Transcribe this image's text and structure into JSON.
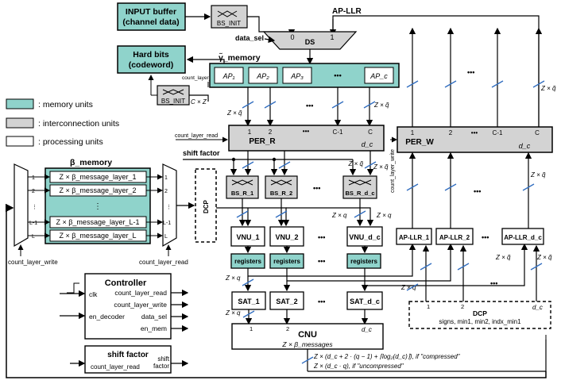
{
  "colors": {
    "memory": "#8fd3cb",
    "interconnect": "#d3d3d3",
    "processing": "#ffffff",
    "blue": "#2f6cbf"
  },
  "input_buffer": {
    "line1": "INPUT buffer",
    "line2": "(channel data)"
  },
  "bs_init_top": "BS_INIT",
  "bs_init_mid": "BS_INIT",
  "ap_llr": "AP-LLR",
  "data_sel": "data_sel",
  "ds": {
    "label": "DS",
    "in0": "0",
    "in1": "1"
  },
  "hard_bits": {
    "line1": "Hard bits",
    "line2": "(codeword)"
  },
  "gamma_memory": {
    "title": "γ̃_memory",
    "count": "count_layer_read",
    "cells": [
      "AP₁",
      "AP₂",
      "AP₃",
      "•••",
      "AP_c"
    ]
  },
  "czz": "C × Z",
  "legend": [
    {
      "label": ": memory units"
    },
    {
      "label": ": interconnection units"
    },
    {
      "label": ": processing units"
    }
  ],
  "zq": "Z × q̃",
  "zq2": "Z × q",
  "dots": "•••",
  "per_r": {
    "label": "PER_R",
    "ports": [
      "1",
      "2",
      "•••",
      "C-1",
      "C"
    ],
    "dc": "d_c",
    "count": "count_layer_read"
  },
  "per_w": {
    "label": "PER_W",
    "ports": [
      "1",
      "2",
      "•••",
      "C-1",
      "C"
    ],
    "dc": "d_c",
    "count": "count_layer_write"
  },
  "shift_factor": "shift factor",
  "beta_memory": {
    "title": "β_memory",
    "rows": [
      "Z × β_message_layer_1",
      "Z × β_message_layer_2",
      "⋮",
      "Z × β_message_layer_L-1",
      "Z × β_message_layer_L"
    ],
    "left_ports": [
      "1",
      "2",
      "⋮",
      "L-1",
      "L"
    ],
    "right_ports": [
      "1",
      "2",
      "⋮",
      "L-1",
      "L"
    ],
    "count_write": "count_layer_write",
    "count_read": "count_layer_read"
  },
  "dcp_left": "DCP",
  "bs_r": [
    "BS_R_1",
    "BS_R_2",
    "BS_R_d_c"
  ],
  "vnu": [
    "VNU_1",
    "VNU_2",
    "VNU_d_c"
  ],
  "registers": [
    "registers",
    "registers",
    "registers"
  ],
  "sat": [
    "SAT_1",
    "SAT_2",
    "SAT_d_c"
  ],
  "ap_llr_units": [
    "AP-LLR_1",
    "AP-LLR_2",
    "AP-LLR_d_c"
  ],
  "controller": {
    "title": "Controller",
    "inputs": [
      "clk",
      "en_decoder"
    ],
    "outputs": [
      "count_layer_read",
      "count_layer_write",
      "data_sel",
      "en_mem"
    ]
  },
  "shift_box": {
    "title": "shift factor",
    "input": "count_layer_read",
    "output1": "shift",
    "output2": "factor"
  },
  "cnu": {
    "label": "CNU",
    "sub": "Z × β_messages",
    "p1": "1",
    "p2": "2",
    "pd": "d_c"
  },
  "dcp_right": {
    "label": "DCP",
    "sub": "signs, min1, min2, indx_min1",
    "p1": "1",
    "p2": "2",
    "pd": "d_c"
  },
  "formula": {
    "compressed": "Z × (d_c + 2 · (q − 1) + ⌈log₂(d_c)⌉), if \"compressed\"",
    "uncompressed": "Z × (d_c · q), if \"uncompressed\""
  }
}
